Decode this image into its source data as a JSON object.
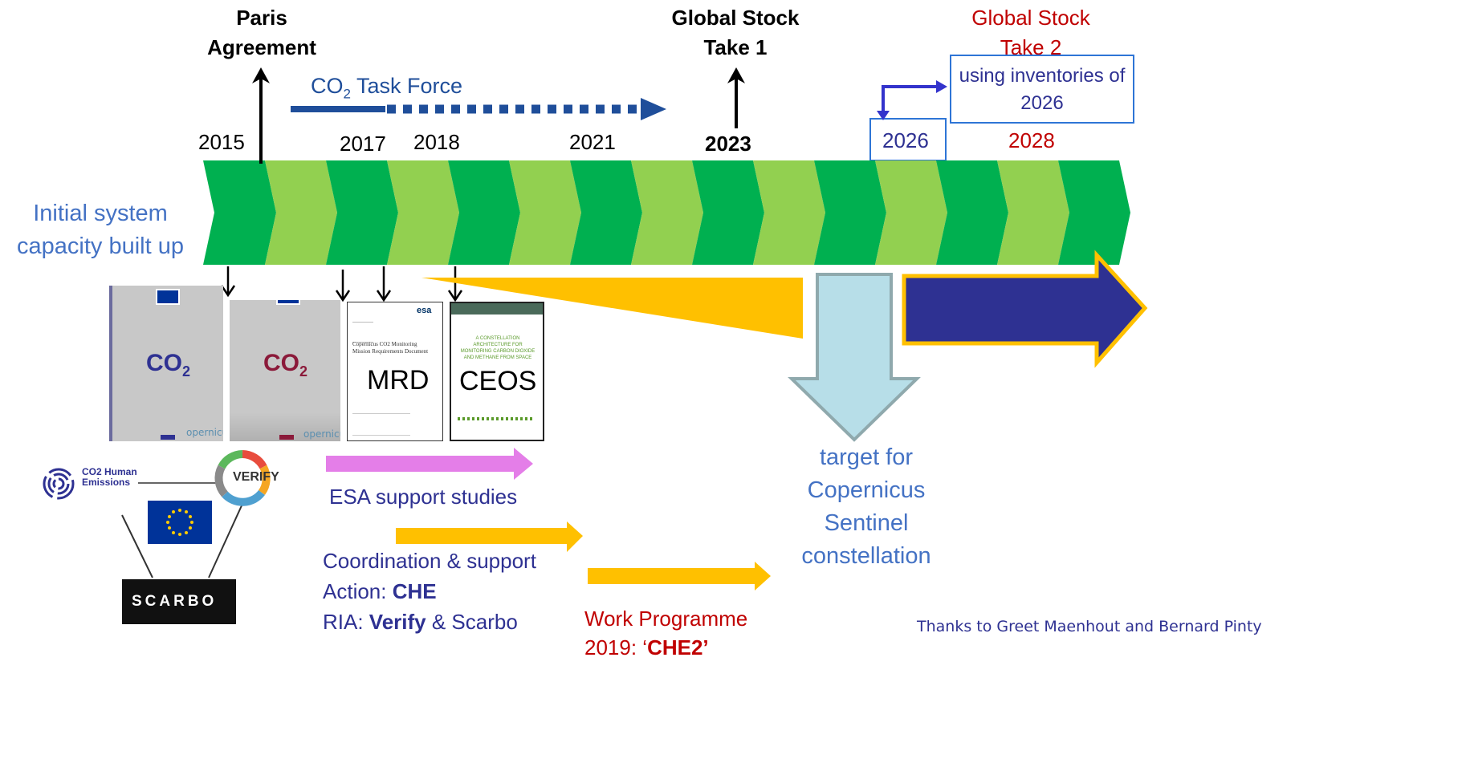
{
  "milestones": {
    "paris": "Paris Agreement",
    "gst1": "Global Stock Take 1",
    "gst2": "Global Stock Take 2",
    "gst2_note": "using inventories of 2026"
  },
  "task_force": {
    "label_prefix": "CO",
    "label_sub": "2",
    "label_suffix": " Task Force"
  },
  "years": [
    "2015",
    "2017",
    "2018",
    "2021",
    "2023",
    "2026",
    "2028"
  ],
  "left_label": "Initial system capacity built up",
  "documents": {
    "co2_a": {
      "label": "CO",
      "sub": "2"
    },
    "co2_b": {
      "label": "CO",
      "sub": "2"
    },
    "mrd": {
      "label": "MRD",
      "title": "Copernicus CO2 Monitoring Mission Requirements Document",
      "agency": "esa"
    },
    "ceos": {
      "label": "CEOS",
      "title": "A CONSTELLATION ARCHITECTURE FOR MONITORING CARBON DIOXIDE AND METHANE FROM SPACE"
    }
  },
  "logos": {
    "che": "CO2 Human Emissions",
    "verify": "VERIFY",
    "scarbo": "SCARBO"
  },
  "activities": {
    "esa": "ESA support studies",
    "coord_line1": "Coordination & support",
    "coord_line2_prefix": "Action: ",
    "coord_line2_bold": "CHE",
    "coord_line3_prefix": "RIA: ",
    "coord_line3_bold": "Verify",
    "coord_line3_suffix": " & Scarbo",
    "wp_line1": "Work Programme",
    "wp_line2_prefix": "2019: ‘",
    "wp_line2_bold": "CHE2’"
  },
  "target": "target for Copernicus Sentinel constellation",
  "credit": "Thanks to Greet Maenhout and Bernard Pinty",
  "colors": {
    "dark_green": "#00b050",
    "light_green": "#92d050",
    "yellow": "#ffc000",
    "navy": "#2e3192",
    "light_teal": "#b7dee8",
    "pink": "#e47ee8",
    "task_force_blue": "#1f4e9a"
  }
}
